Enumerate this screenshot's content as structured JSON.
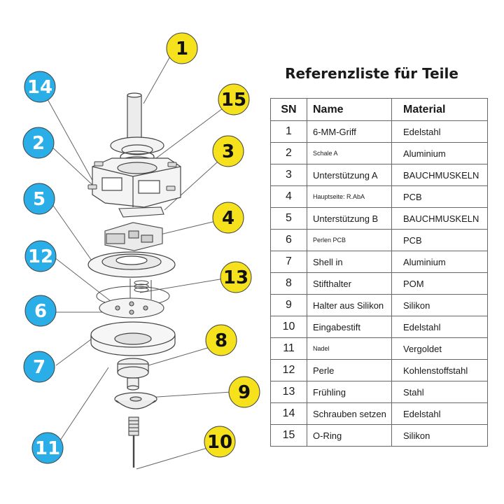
{
  "title": "Referenzliste für Teile",
  "table": {
    "headers": {
      "sn": "SN",
      "name": "Name",
      "material": "Material"
    },
    "rows": [
      {
        "sn": "1",
        "name": "6-MM-Griff",
        "material": "Edelstahl",
        "name_size": "md",
        "mat_size": "sm"
      },
      {
        "sn": "2",
        "name": "Schale A",
        "material": "Aluminium",
        "name_size": "sm",
        "mat_size": "lg"
      },
      {
        "sn": "3",
        "name": "Unterstützung A",
        "material": "BAUCHMUSKELN",
        "name_size": "md",
        "mat_size": "sm"
      },
      {
        "sn": "4",
        "name": "Hauptseite: R.AbA",
        "material": "PCB",
        "name_size": "sm",
        "mat_size": "lg"
      },
      {
        "sn": "5",
        "name": "Unterstützung B",
        "material": "BAUCHMUSKELN",
        "name_size": "md",
        "mat_size": "sm"
      },
      {
        "sn": "6",
        "name": "Perlen PCB",
        "material": "PCB",
        "name_size": "sm",
        "mat_size": "lg"
      },
      {
        "sn": "7",
        "name": "Shell in",
        "material": "Aluminium",
        "name_size": "md",
        "mat_size": "lg"
      },
      {
        "sn": "8",
        "name": "Stifthalter",
        "material": "POM",
        "name_size": "md",
        "mat_size": "lg"
      },
      {
        "sn": "9",
        "name": "Halter aus Silikon",
        "material": "Silikon",
        "name_size": "md",
        "mat_size": "md"
      },
      {
        "sn": "10",
        "name": "Eingabestift",
        "material": "Edelstahl",
        "name_size": "md",
        "mat_size": "md"
      },
      {
        "sn": "11",
        "name": "Nadel",
        "material": "Vergoldet",
        "name_size": "sm",
        "mat_size": "md"
      },
      {
        "sn": "12",
        "name": "Perle",
        "material": "Kohlenstoffstahl",
        "name_size": "md",
        "mat_size": "md"
      },
      {
        "sn": "13",
        "name": "Frühling",
        "material": "Stahl",
        "name_size": "md",
        "mat_size": "sm"
      },
      {
        "sn": "14",
        "name": "Schrauben setzen",
        "material": "Edelstahl",
        "name_size": "md",
        "mat_size": "md"
      },
      {
        "sn": "15",
        "name": "O-Ring",
        "material": "Silikon",
        "name_size": "md",
        "mat_size": "md"
      }
    ]
  },
  "callouts": {
    "c1": "1",
    "c2": "2",
    "c3": "3",
    "c4": "4",
    "c5": "5",
    "c6": "6",
    "c7": "7",
    "c8": "8",
    "c9": "9",
    "c10": "10",
    "c11": "11",
    "c12": "12",
    "c13": "13",
    "c14": "14",
    "c15": "15"
  },
  "colors": {
    "yellow_callout": "#f5e11c",
    "blue_callout": "#29aee8",
    "line": "#555555",
    "part_stroke": "#444444"
  }
}
